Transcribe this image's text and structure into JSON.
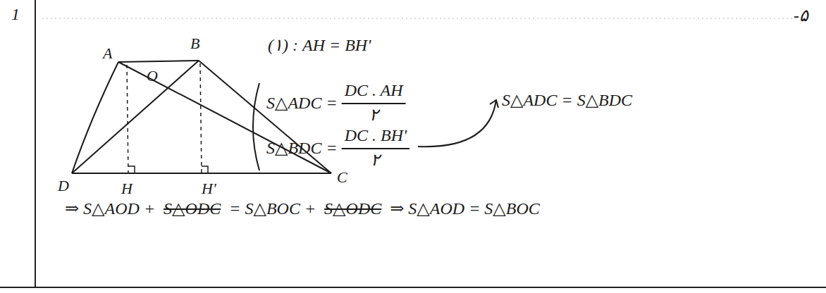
{
  "diagram": {
    "labels": [
      "1",
      "A",
      "B",
      "O",
      "D",
      "H",
      "H'",
      "C",
      "(۱) : AH = BH'",
      "S△ADC =",
      "DC . AH",
      "۲",
      "S△BDC =",
      "DC . BH'",
      "۲",
      "S△ADC = S△BDC",
      "⇒ S△AOD +",
      "S△ODC",
      "= S△BOC +",
      "S△ODC",
      "⇒ S△AOD = S△BOC",
      "-۵"
    ]
  }
}
